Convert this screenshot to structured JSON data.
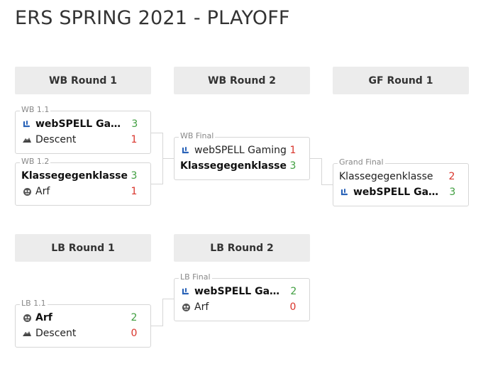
{
  "page": {
    "title": "ERS SPRING 2021 - PLAYOFF"
  },
  "colors": {
    "win": "#3f9e3f",
    "loss": "#d9342b",
    "header_bg": "#ececec",
    "border": "#d6d6d6"
  },
  "rounds": {
    "wb1": "WB Round 1",
    "wb2": "WB Round 2",
    "gf1": "GF Round 1",
    "lb1": "LB Round 1",
    "lb2": "LB Round 2"
  },
  "matches": {
    "wb11": {
      "label": "WB 1.1",
      "teams": [
        {
          "name": "webSPELL Gaming",
          "score": "3",
          "icon": "webspell-logo-icon"
        },
        {
          "name": "Descent",
          "score": "1",
          "icon": "descent-logo-icon"
        }
      ]
    },
    "wb12": {
      "label": "WB 1.2",
      "teams": [
        {
          "name": "Klassegegenklasse",
          "score": "3",
          "icon": ""
        },
        {
          "name": "Arf",
          "score": "1",
          "icon": "arf-logo-icon"
        }
      ]
    },
    "wbf": {
      "label": "WB Final",
      "teams": [
        {
          "name": "webSPELL Gaming",
          "score": "1",
          "icon": "webspell-logo-icon"
        },
        {
          "name": "Klassegegenklasse",
          "score": "3",
          "icon": ""
        }
      ]
    },
    "gf": {
      "label": "Grand Final",
      "teams": [
        {
          "name": "Klassegegenklasse",
          "score": "2",
          "icon": ""
        },
        {
          "name": "webSPELL Gaming",
          "score": "3",
          "icon": "webspell-logo-icon"
        }
      ]
    },
    "lb11": {
      "label": "LB 1.1",
      "teams": [
        {
          "name": "Arf",
          "score": "2",
          "icon": "arf-logo-icon"
        },
        {
          "name": "Descent",
          "score": "0",
          "icon": "descent-logo-icon"
        }
      ]
    },
    "lbf": {
      "label": "LB Final",
      "teams": [
        {
          "name": "webSPELL Gaming",
          "score": "2",
          "icon": "webspell-logo-icon"
        },
        {
          "name": "Arf",
          "score": "0",
          "icon": "arf-logo-icon"
        }
      ]
    }
  }
}
